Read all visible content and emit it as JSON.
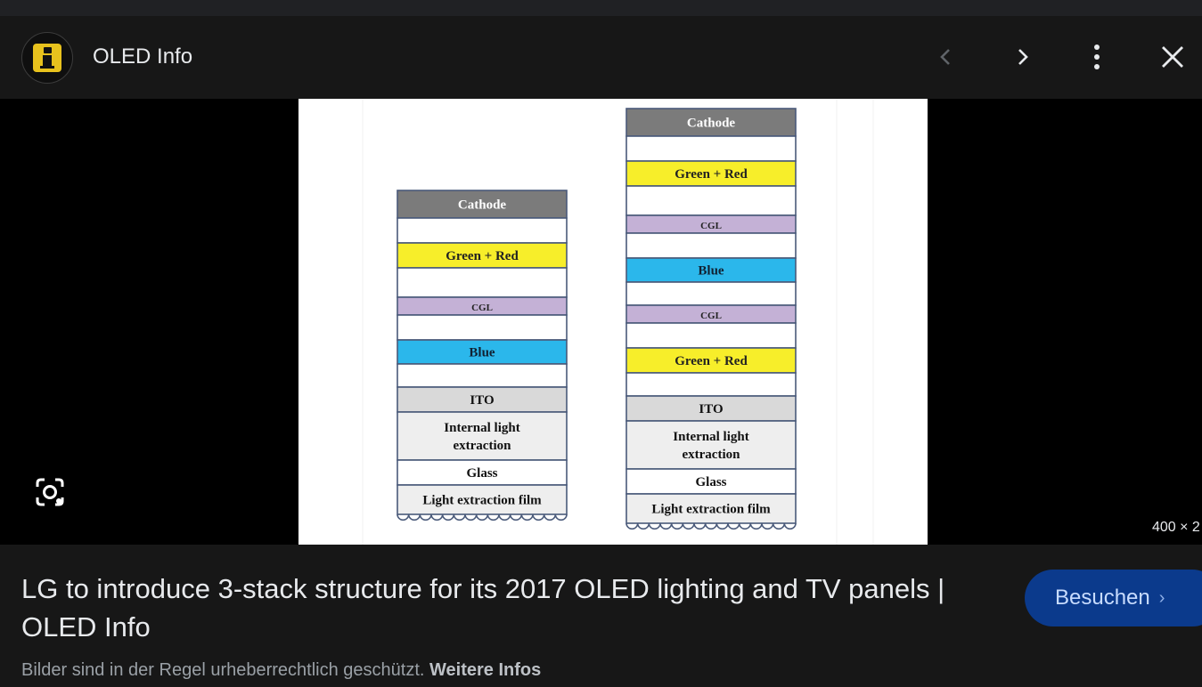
{
  "source": {
    "name": "OLED Info"
  },
  "nav": {
    "prev": "previous",
    "next": "next",
    "more": "more options",
    "close": "close"
  },
  "diagram": {
    "left_stack": [
      "Cathode",
      "",
      "Green + Red",
      "",
      "CGL",
      "",
      "Blue",
      "",
      "ITO",
      "Internal light extraction",
      "Glass",
      "Light extraction film"
    ],
    "right_stack": [
      "Cathode",
      "",
      "Green + Red",
      "",
      "CGL",
      "",
      "Blue",
      "",
      "CGL",
      "",
      "Green + Red",
      "",
      "ITO",
      "Internal light extraction",
      "Glass",
      "Light extraction film"
    ]
  },
  "image_dims": "400 × 2",
  "result": {
    "title": "LG to introduce 3-stack structure for its 2017 OLED lighting and TV panels | OLED Info",
    "visit_label": "Besuchen",
    "copyright_text": "Bilder sind in der Regel urheberrechtlich geschützt.",
    "more_info": "Weitere Infos"
  },
  "colors": {
    "cathode": "#7b7b7b",
    "green_red": "#f7ee2a",
    "blue": "#2bb7eb",
    "cgl": "#c4b1d6",
    "ito": "#d9d9d9",
    "accent_button": "#0b3a8c"
  }
}
